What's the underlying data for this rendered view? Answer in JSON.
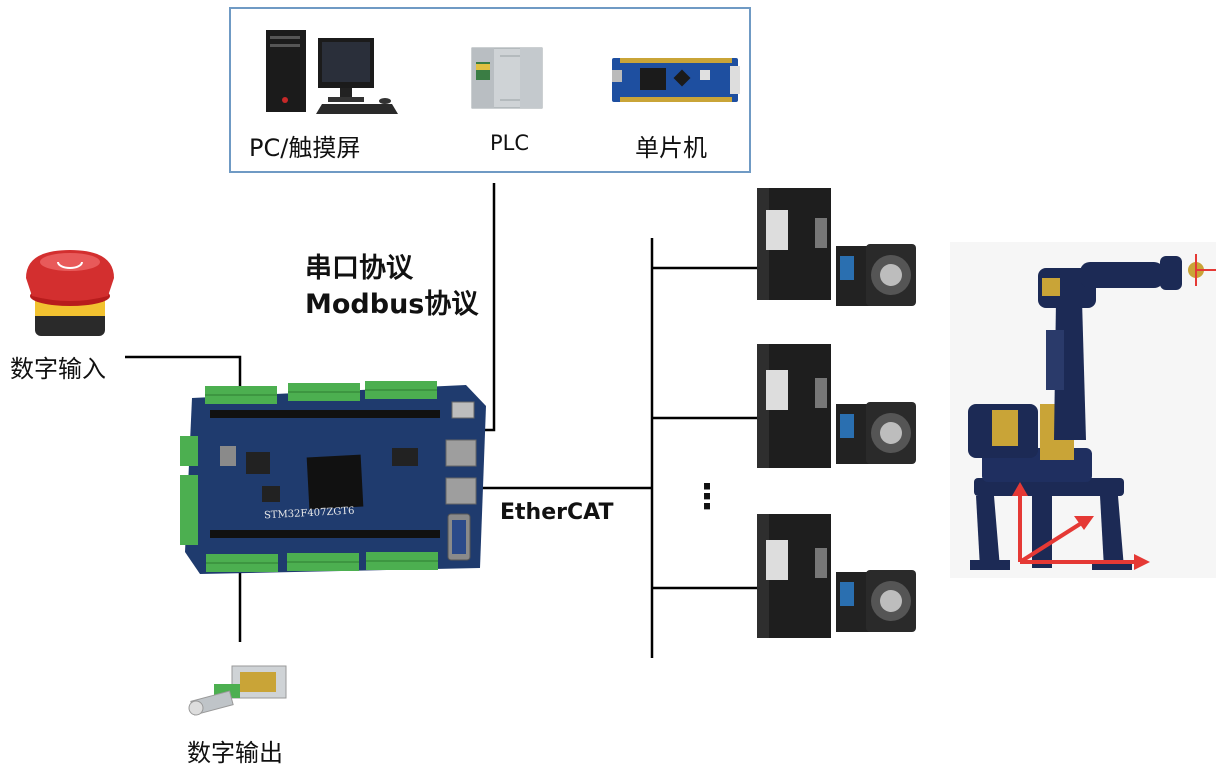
{
  "devices": {
    "pc_label": "PC/触摸屏",
    "plc_label": "PLC",
    "mcu_label": "单片机"
  },
  "protocols": {
    "serial_line1": "串口协议",
    "serial_line2": "Modbus协议",
    "ethercat": "EtherCAT"
  },
  "io": {
    "input_label": "数字输入",
    "output_label": "数字输出"
  },
  "board": {
    "chip_label": "STM32F407ZGT6"
  },
  "servos": {
    "ellipsis": "⋮"
  },
  "colors": {
    "board_blue": "#1f3b6e",
    "terminal_green": "#4caf50",
    "estop_red": "#d32f2f",
    "estop_yellow": "#f2c230",
    "robot_navy": "#1c2a55",
    "robot_gold": "#c9a437",
    "axis_red": "#e53935",
    "frame_blue": "#6f9ac4"
  }
}
